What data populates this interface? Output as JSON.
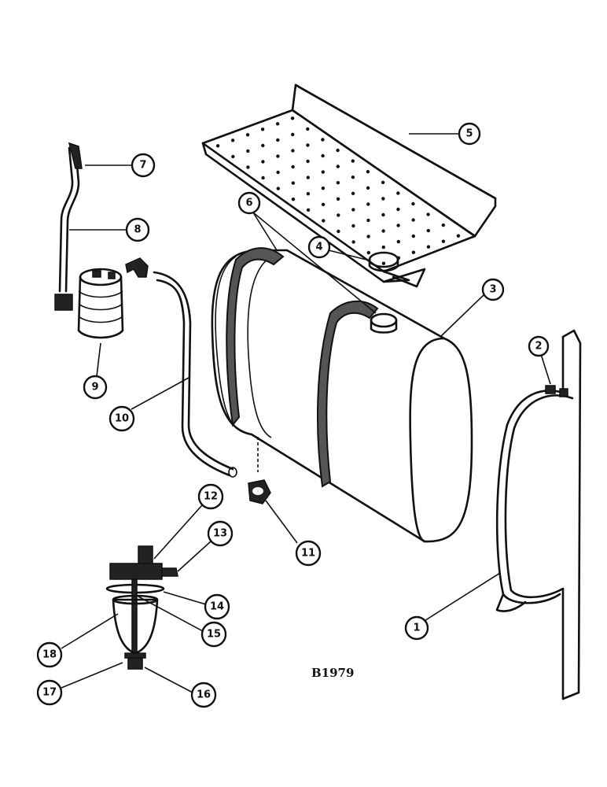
{
  "figure_code": "B1979",
  "callouts": [
    {
      "label": "1"
    },
    {
      "label": "2"
    },
    {
      "label": "3"
    },
    {
      "label": "4"
    },
    {
      "label": "5"
    },
    {
      "label": "6"
    },
    {
      "label": "7"
    },
    {
      "label": "8"
    },
    {
      "label": "9"
    },
    {
      "label": "10"
    },
    {
      "label": "11"
    },
    {
      "label": "12"
    },
    {
      "label": "13"
    },
    {
      "label": "14"
    },
    {
      "label": "15"
    },
    {
      "label": "16"
    },
    {
      "label": "17"
    },
    {
      "label": "18"
    }
  ]
}
